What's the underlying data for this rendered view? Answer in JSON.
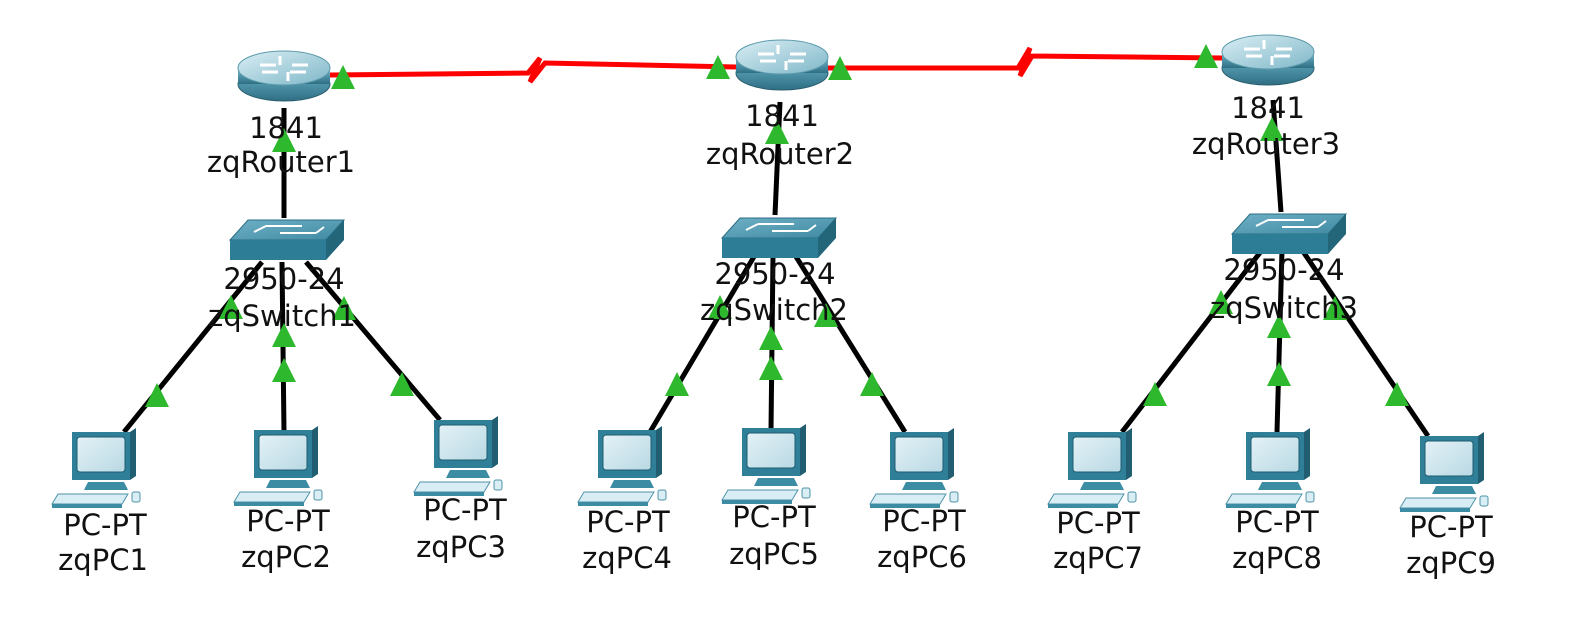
{
  "colors": {
    "serial_link": "#ff0000",
    "ethernet_link": "#000000",
    "link_up": "#2db82d"
  },
  "routers": [
    {
      "id": "r1",
      "model": "1841",
      "name": "zqRouter1"
    },
    {
      "id": "r2",
      "model": "1841",
      "name": "zqRouter2"
    },
    {
      "id": "r3",
      "model": "1841",
      "name": "zqRouter3"
    }
  ],
  "switches": [
    {
      "id": "s1",
      "model": "2950-24",
      "name": "zqSwitch1"
    },
    {
      "id": "s2",
      "model": "2950-24",
      "name": "zqSwitch2"
    },
    {
      "id": "s3",
      "model": "2950-24",
      "name": "zqSwitch3"
    }
  ],
  "pcs": [
    {
      "id": "p1",
      "model": "PC-PT",
      "name": "zqPC1"
    },
    {
      "id": "p2",
      "model": "PC-PT",
      "name": "zqPC2"
    },
    {
      "id": "p3",
      "model": "PC-PT",
      "name": "zqPC3"
    },
    {
      "id": "p4",
      "model": "PC-PT",
      "name": "zqPC4"
    },
    {
      "id": "p5",
      "model": "PC-PT",
      "name": "zqPC5"
    },
    {
      "id": "p6",
      "model": "PC-PT",
      "name": "zqPC6"
    },
    {
      "id": "p7",
      "model": "PC-PT",
      "name": "zqPC7"
    },
    {
      "id": "p8",
      "model": "PC-PT",
      "name": "zqPC8"
    },
    {
      "id": "p9",
      "model": "PC-PT",
      "name": "zqPC9"
    }
  ],
  "links": [
    {
      "from": "r1",
      "to": "r2",
      "type": "serial"
    },
    {
      "from": "r2",
      "to": "r3",
      "type": "serial"
    },
    {
      "from": "r1",
      "to": "s1",
      "type": "ethernet"
    },
    {
      "from": "r2",
      "to": "s2",
      "type": "ethernet"
    },
    {
      "from": "r3",
      "to": "s3",
      "type": "ethernet"
    },
    {
      "from": "s1",
      "to": "p1",
      "type": "ethernet"
    },
    {
      "from": "s1",
      "to": "p2",
      "type": "ethernet"
    },
    {
      "from": "s1",
      "to": "p3",
      "type": "ethernet"
    },
    {
      "from": "s2",
      "to": "p4",
      "type": "ethernet"
    },
    {
      "from": "s2",
      "to": "p5",
      "type": "ethernet"
    },
    {
      "from": "s2",
      "to": "p6",
      "type": "ethernet"
    },
    {
      "from": "s3",
      "to": "p7",
      "type": "ethernet"
    },
    {
      "from": "s3",
      "to": "p8",
      "type": "ethernet"
    },
    {
      "from": "s3",
      "to": "p9",
      "type": "ethernet"
    }
  ]
}
